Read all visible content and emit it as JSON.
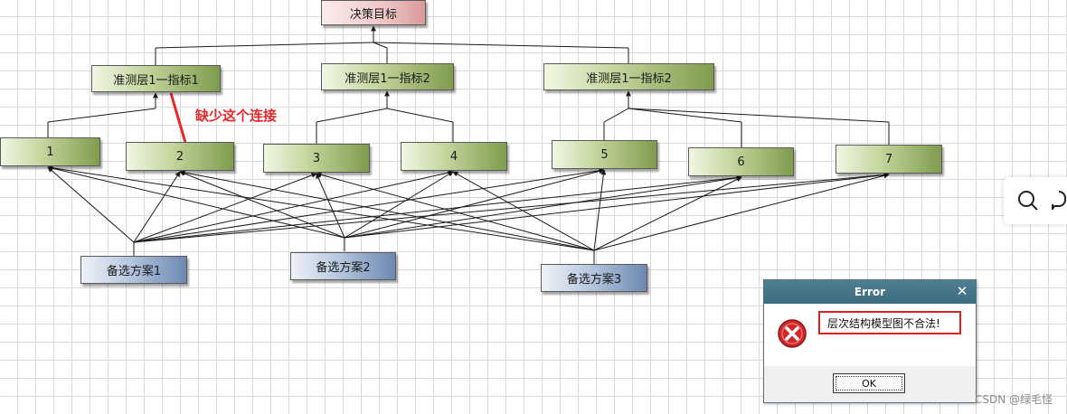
{
  "diagram": {
    "goal_label": "决策目标",
    "criteria": [
      {
        "id": "c1",
        "label": "准测层1一指标1"
      },
      {
        "id": "c2",
        "label": "准测层1一指标2"
      },
      {
        "id": "c3",
        "label": "准测层1一指标2"
      }
    ],
    "subcriteria": [
      {
        "id": "s1",
        "label": "1"
      },
      {
        "id": "s2",
        "label": "2"
      },
      {
        "id": "s3",
        "label": "3"
      },
      {
        "id": "s4",
        "label": "4"
      },
      {
        "id": "s5",
        "label": "5"
      },
      {
        "id": "s6",
        "label": "6"
      },
      {
        "id": "s7",
        "label": "7"
      }
    ],
    "alternatives": [
      {
        "id": "a1",
        "label": "备选方案1"
      },
      {
        "id": "a2",
        "label": "备选方案2"
      },
      {
        "id": "a3",
        "label": "备选方案3"
      }
    ],
    "edges": [
      [
        "c1",
        "goal"
      ],
      [
        "c2",
        "goal"
      ],
      [
        "c3",
        "goal"
      ],
      [
        "s1",
        "c1"
      ],
      [
        "s3",
        "c2"
      ],
      [
        "s4",
        "c2"
      ],
      [
        "s5",
        "c3"
      ],
      [
        "s6",
        "c3"
      ],
      [
        "s7",
        "c3"
      ]
    ],
    "missing_edge": [
      "s2",
      "c1"
    ],
    "annotation": "缺少这个连接"
  },
  "dialog": {
    "title": "Error",
    "close_symbol": "✕",
    "message": "层次结构模型图不合法!",
    "ok_label": "OK"
  },
  "watermark": "CSDN @绿毛怪",
  "colors": {
    "annotation": "#e8262a",
    "edge": "#1a1a1a",
    "dialog_title": "#3d6c80",
    "error_icon": "#d0282a"
  }
}
